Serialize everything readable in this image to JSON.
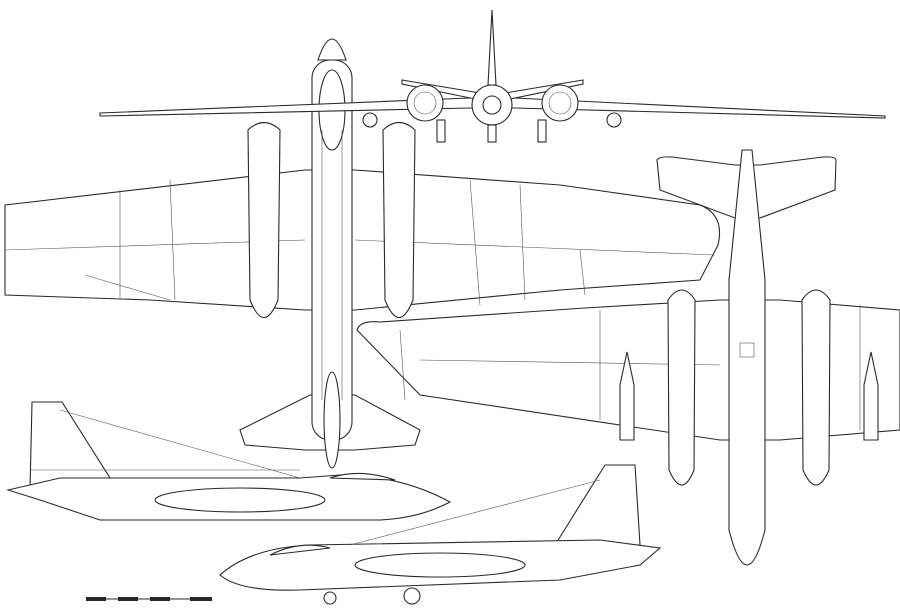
{
  "drawing": {
    "line_color": "#2a2a2a",
    "background": "#ffffff",
    "views": [
      "top-view",
      "front-view",
      "bottom-view",
      "side-view-port",
      "side-view-starboard"
    ],
    "scale_bar": {
      "segments": 6
    }
  }
}
